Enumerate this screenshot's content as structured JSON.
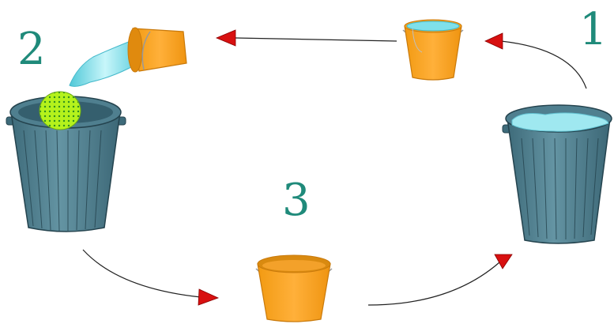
{
  "labels": {
    "step1": "1",
    "step2": "2",
    "step3": "3"
  },
  "colors": {
    "label": "#1f8a7a",
    "bucket": "#f8a21b",
    "bucket_dark": "#c97a0c",
    "bin": "#4f7f8f",
    "bin_dark": "#2f5260",
    "water": "#8fe3ec",
    "arrow": "#d81010",
    "sponge": "#a6f020"
  },
  "icons": [
    "trash-bin-icon",
    "bucket-icon",
    "water-icon",
    "sponge-icon",
    "arrow-icon"
  ]
}
